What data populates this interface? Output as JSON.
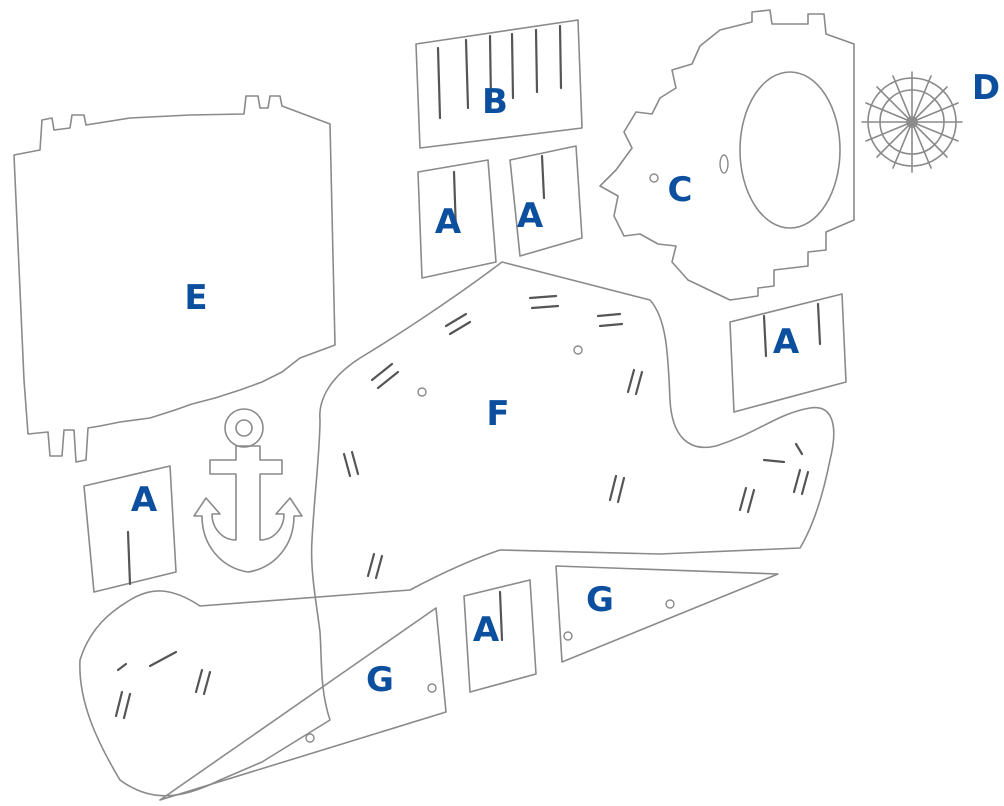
{
  "labels": {
    "a1": "A",
    "a2": "A",
    "a3": "A",
    "a4": "A",
    "a5": "A",
    "b": "B",
    "c": "C",
    "d": "D",
    "e": "E",
    "f": "F",
    "g1": "G",
    "g2": "G"
  },
  "colors": {
    "label": "#0b4f9e",
    "outline": "#8a8a8a",
    "slot": "#555555",
    "background": "#ffffff"
  }
}
